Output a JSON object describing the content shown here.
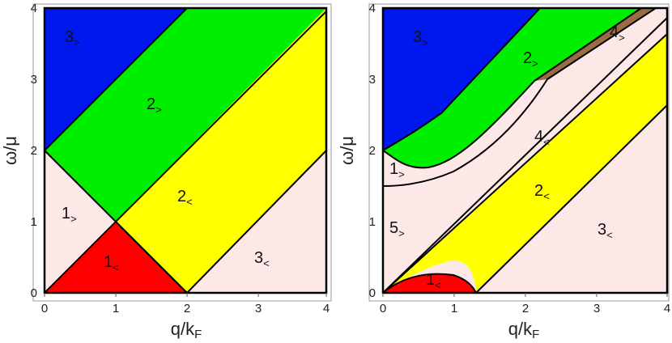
{
  "colors": {
    "region_1_gt": "#fde8e8",
    "region_1_lt": "#ff0000",
    "region_2_gt": "#00ee00",
    "region_2_lt": "#ffff00",
    "region_3_gt": "#0018f0",
    "region_3_lt": "#fde8e8",
    "region_4_gt": "#9c6b43",
    "region_4_lt": "#fde8e8",
    "region_5_gt": "#fde8e8"
  },
  "axes": {
    "x_label_main": "q/k",
    "x_label_sub": "F",
    "y_label": "ω/μ",
    "x_ticks": [
      "0",
      "1",
      "2",
      "3",
      "4"
    ],
    "y_ticks": [
      "0",
      "1",
      "2",
      "3",
      "4"
    ],
    "xlim": [
      0,
      4
    ],
    "ylim": [
      0,
      4
    ]
  },
  "left_panel": {
    "regions": [
      {
        "num": "1",
        "sub": ">"
      },
      {
        "num": "1",
        "sub": "<"
      },
      {
        "num": "2",
        "sub": ">"
      },
      {
        "num": "2",
        "sub": "<"
      },
      {
        "num": "3",
        "sub": ">"
      },
      {
        "num": "3",
        "sub": "<"
      }
    ]
  },
  "right_panel": {
    "regions": [
      {
        "num": "1",
        "sub": ">"
      },
      {
        "num": "1",
        "sub": "<"
      },
      {
        "num": "2",
        "sub": ">"
      },
      {
        "num": "2",
        "sub": "<"
      },
      {
        "num": "3",
        "sub": ">"
      },
      {
        "num": "3",
        "sub": "<"
      },
      {
        "num": "4",
        "sub": ">"
      },
      {
        "num": "4",
        "sub": "<"
      },
      {
        "num": "5",
        "sub": ">"
      }
    ]
  }
}
